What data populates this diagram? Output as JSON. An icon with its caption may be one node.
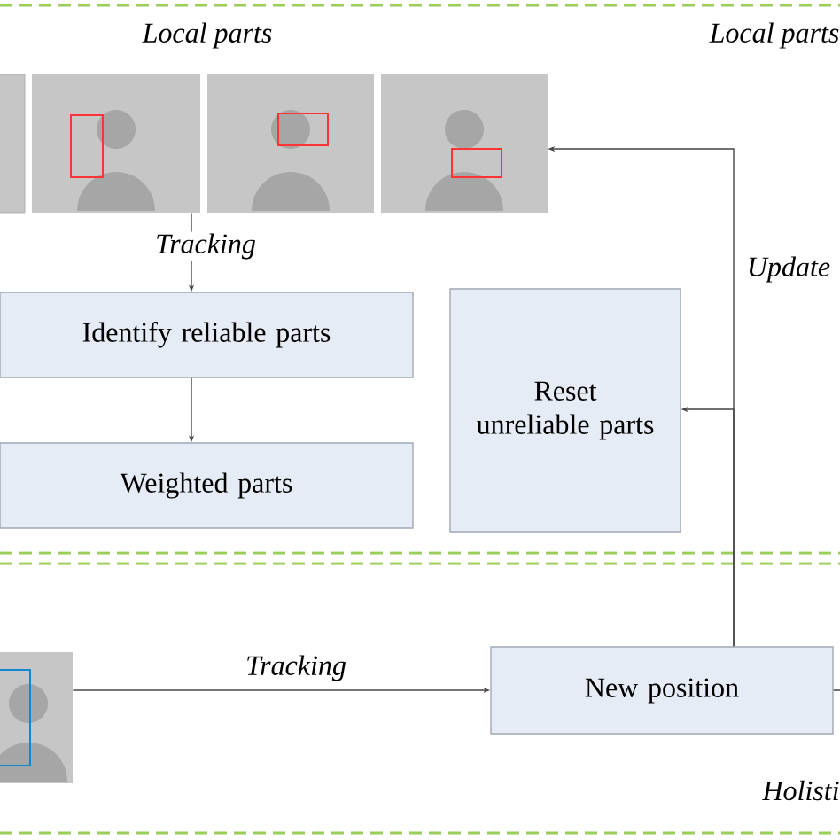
{
  "diagram": {
    "nodes": [
      {
        "text": [],
        "shape": "box"
      },
      {
        "text": [],
        "shape": "picture"
      },
      {
        "text": [],
        "shape": "picture"
      },
      {
        "text": [],
        "shape": "picture"
      },
      {
        "text": [
          "Identify reliable parts"
        ]
      },
      {
        "text": [
          "Weighted parts"
        ]
      },
      {
        "text": [
          "Reset unreliable parts"
        ]
      },
      {
        "text": [],
        "shape": "picture"
      },
      {
        "text": [
          "New position"
        ]
      }
    ],
    "edges": [
      {
        "from": 1,
        "to": 4,
        "arrow": "to",
        "label": "Tracking"
      },
      {
        "from": 4,
        "to": 5,
        "arrow": "to"
      },
      {
        "from": 8,
        "to": 3,
        "arrow": "to",
        "label": "Update"
      },
      {
        "from": 8,
        "to": 6,
        "arrow": "to"
      },
      {
        "from": 7,
        "to": 8,
        "arrow": "to",
        "label": "Tracking"
      },
      {
        "from": 8,
        "to": null,
        "arrow": "none"
      }
    ],
    "labels": [
      "Local parts",
      "Local parts",
      "Holisti"
    ]
  }
}
